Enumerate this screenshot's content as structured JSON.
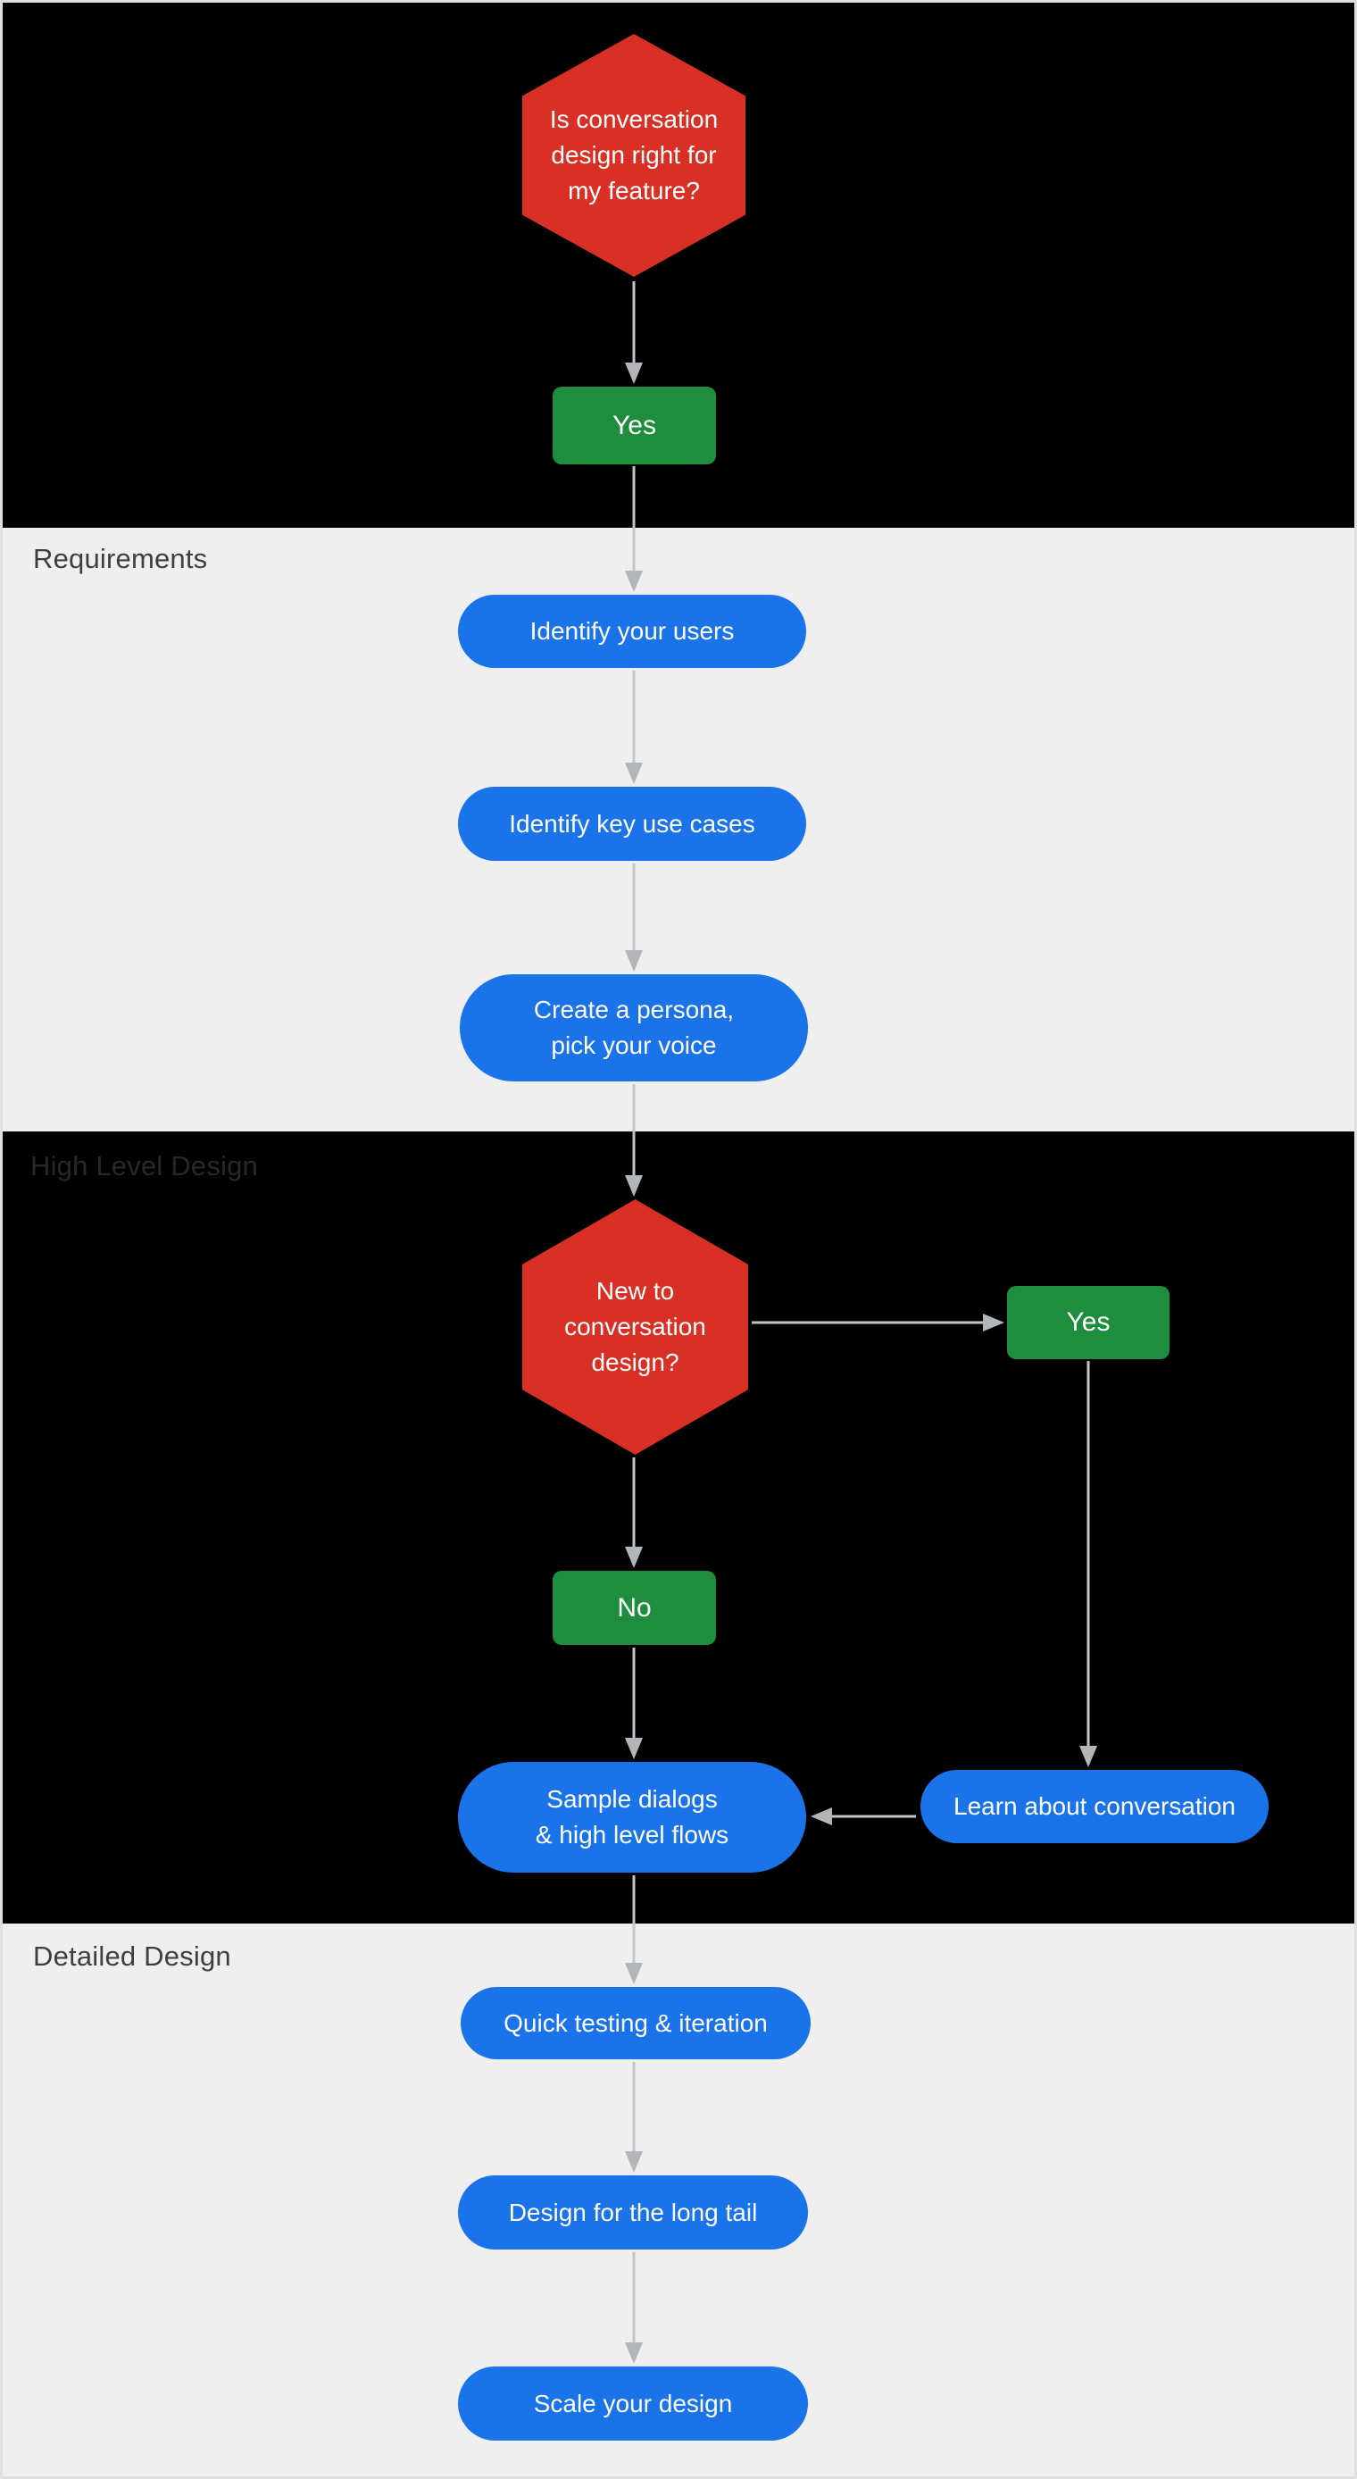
{
  "palette": {
    "decision_red": "#d93025",
    "answer_green": "#1e8e3e",
    "step_blue": "#1a73e8",
    "dark_section_bg": "#000000",
    "light_section_bg": "#efefef",
    "connector_gray": "#b8bbbe",
    "label_on_light": "#3c4043",
    "label_on_dark": "#26292c",
    "node_text": "#ffffff"
  },
  "sections": {
    "requirements": {
      "label": "Requirements"
    },
    "high_level_design": {
      "label": "High Level Design"
    },
    "detailed_design": {
      "label": "Detailed Design"
    }
  },
  "nodes": {
    "q_right_for_feature": "Is conversation\ndesign right for\nmy feature?",
    "yes_1": "Yes",
    "identify_users": "Identify your users",
    "identify_key_use_cases": "Identify key use cases",
    "create_persona": "Create a persona,\npick your voice",
    "q_new_to_conversation_design": "New to\nconversation\ndesign?",
    "yes_2": "Yes",
    "no_1": "No",
    "sample_dialogs": "Sample dialogs\n& high level flows",
    "learn_about_conversation": "Learn about conversation",
    "quick_testing": "Quick testing & iteration",
    "design_long_tail": "Design for the long tail",
    "scale_your_design": "Scale your design"
  }
}
